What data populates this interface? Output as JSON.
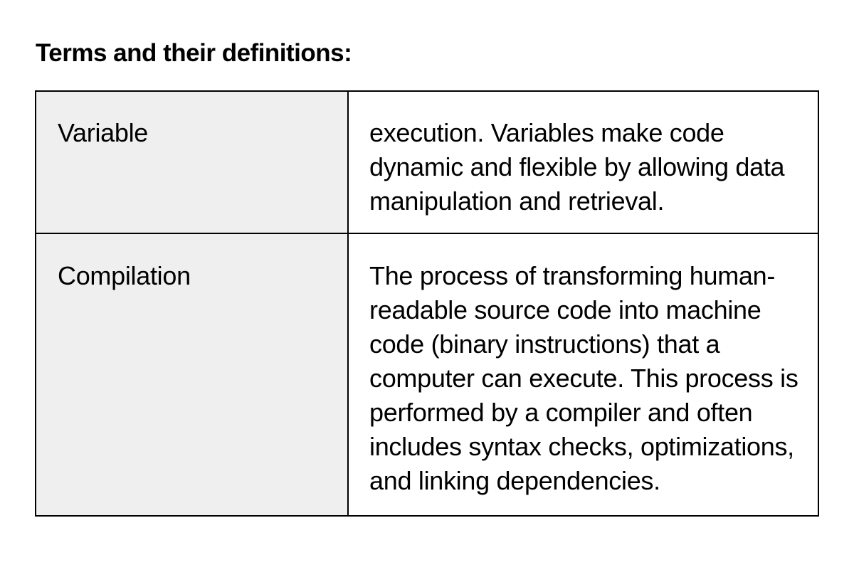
{
  "heading": "Terms and their definitions:",
  "rows": [
    {
      "term": "Variable",
      "definition": "execution. Variables make code dynamic and flexible by allowing data manipulation and retrieval."
    },
    {
      "term": "Compilation",
      "definition": "The process of transforming human-readable source code into machine code (binary instructions) that a computer can execute. This process is performed by a compiler and often includes syntax checks, optimizations, and linking dependencies."
    }
  ]
}
